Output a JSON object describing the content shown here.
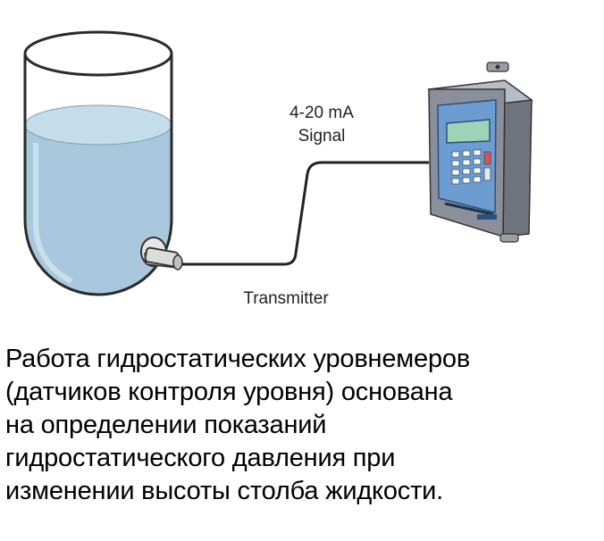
{
  "diagram": {
    "signal_line1": "4-20 mA",
    "signal_line2": "Signal",
    "transmitter": "Transmitter"
  },
  "caption": {
    "lines": [
      "Работа гидростатических уровнемеров",
      "(датчиков контроля уровня) основана",
      "на определении показаний",
      "гидростатического давления при",
      "изменении высоты столба жидкости."
    ]
  },
  "colors": {
    "liquid": "#a9c8de",
    "tank_outline": "#2a2a2a",
    "device_body": "#8a8f99",
    "device_panel": "#6d9dd0",
    "device_screen": "#9fd3b8"
  }
}
